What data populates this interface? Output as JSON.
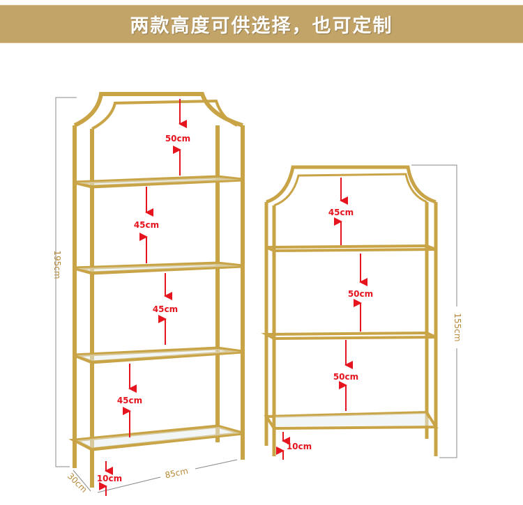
{
  "banner": {
    "title": "两款高度可供选择，也可定制"
  },
  "colors": {
    "banner": "#c2a368",
    "frame": "#c9a447",
    "arrow": "#e5141e",
    "dimension": "#b8893a"
  },
  "tall_shelf": {
    "height": "195cm",
    "width": "85cm",
    "depth": "30cm",
    "gaps": [
      "50cm",
      "45cm",
      "45cm",
      "45cm"
    ],
    "floor_clearance": "10cm"
  },
  "short_shelf": {
    "height": "155cm",
    "gaps": [
      "45cm",
      "50cm",
      "50cm"
    ],
    "floor_clearance": "10cm"
  }
}
